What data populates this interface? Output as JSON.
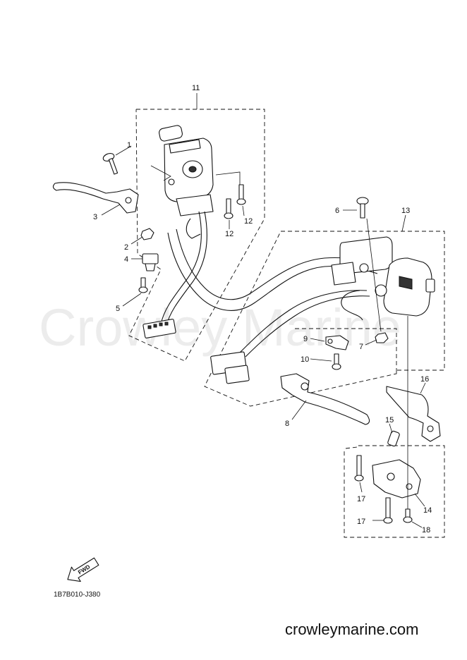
{
  "watermark": "Crowley Marine",
  "drawing_code": "1B7B010-J380",
  "site_url": "crowleymarine.com",
  "fwd_label": "FWD",
  "callouts": {
    "c1": "1",
    "c2": "2",
    "c3": "3",
    "c4": "4",
    "c5": "5",
    "c6": "6",
    "c7": "7",
    "c8": "8",
    "c9": "9",
    "c10": "10",
    "c11": "11",
    "c12a": "12",
    "c12b": "12",
    "c13": "13",
    "c14": "14",
    "c15": "15",
    "c16": "16",
    "c17a": "17",
    "c17b": "17",
    "c18": "18"
  }
}
